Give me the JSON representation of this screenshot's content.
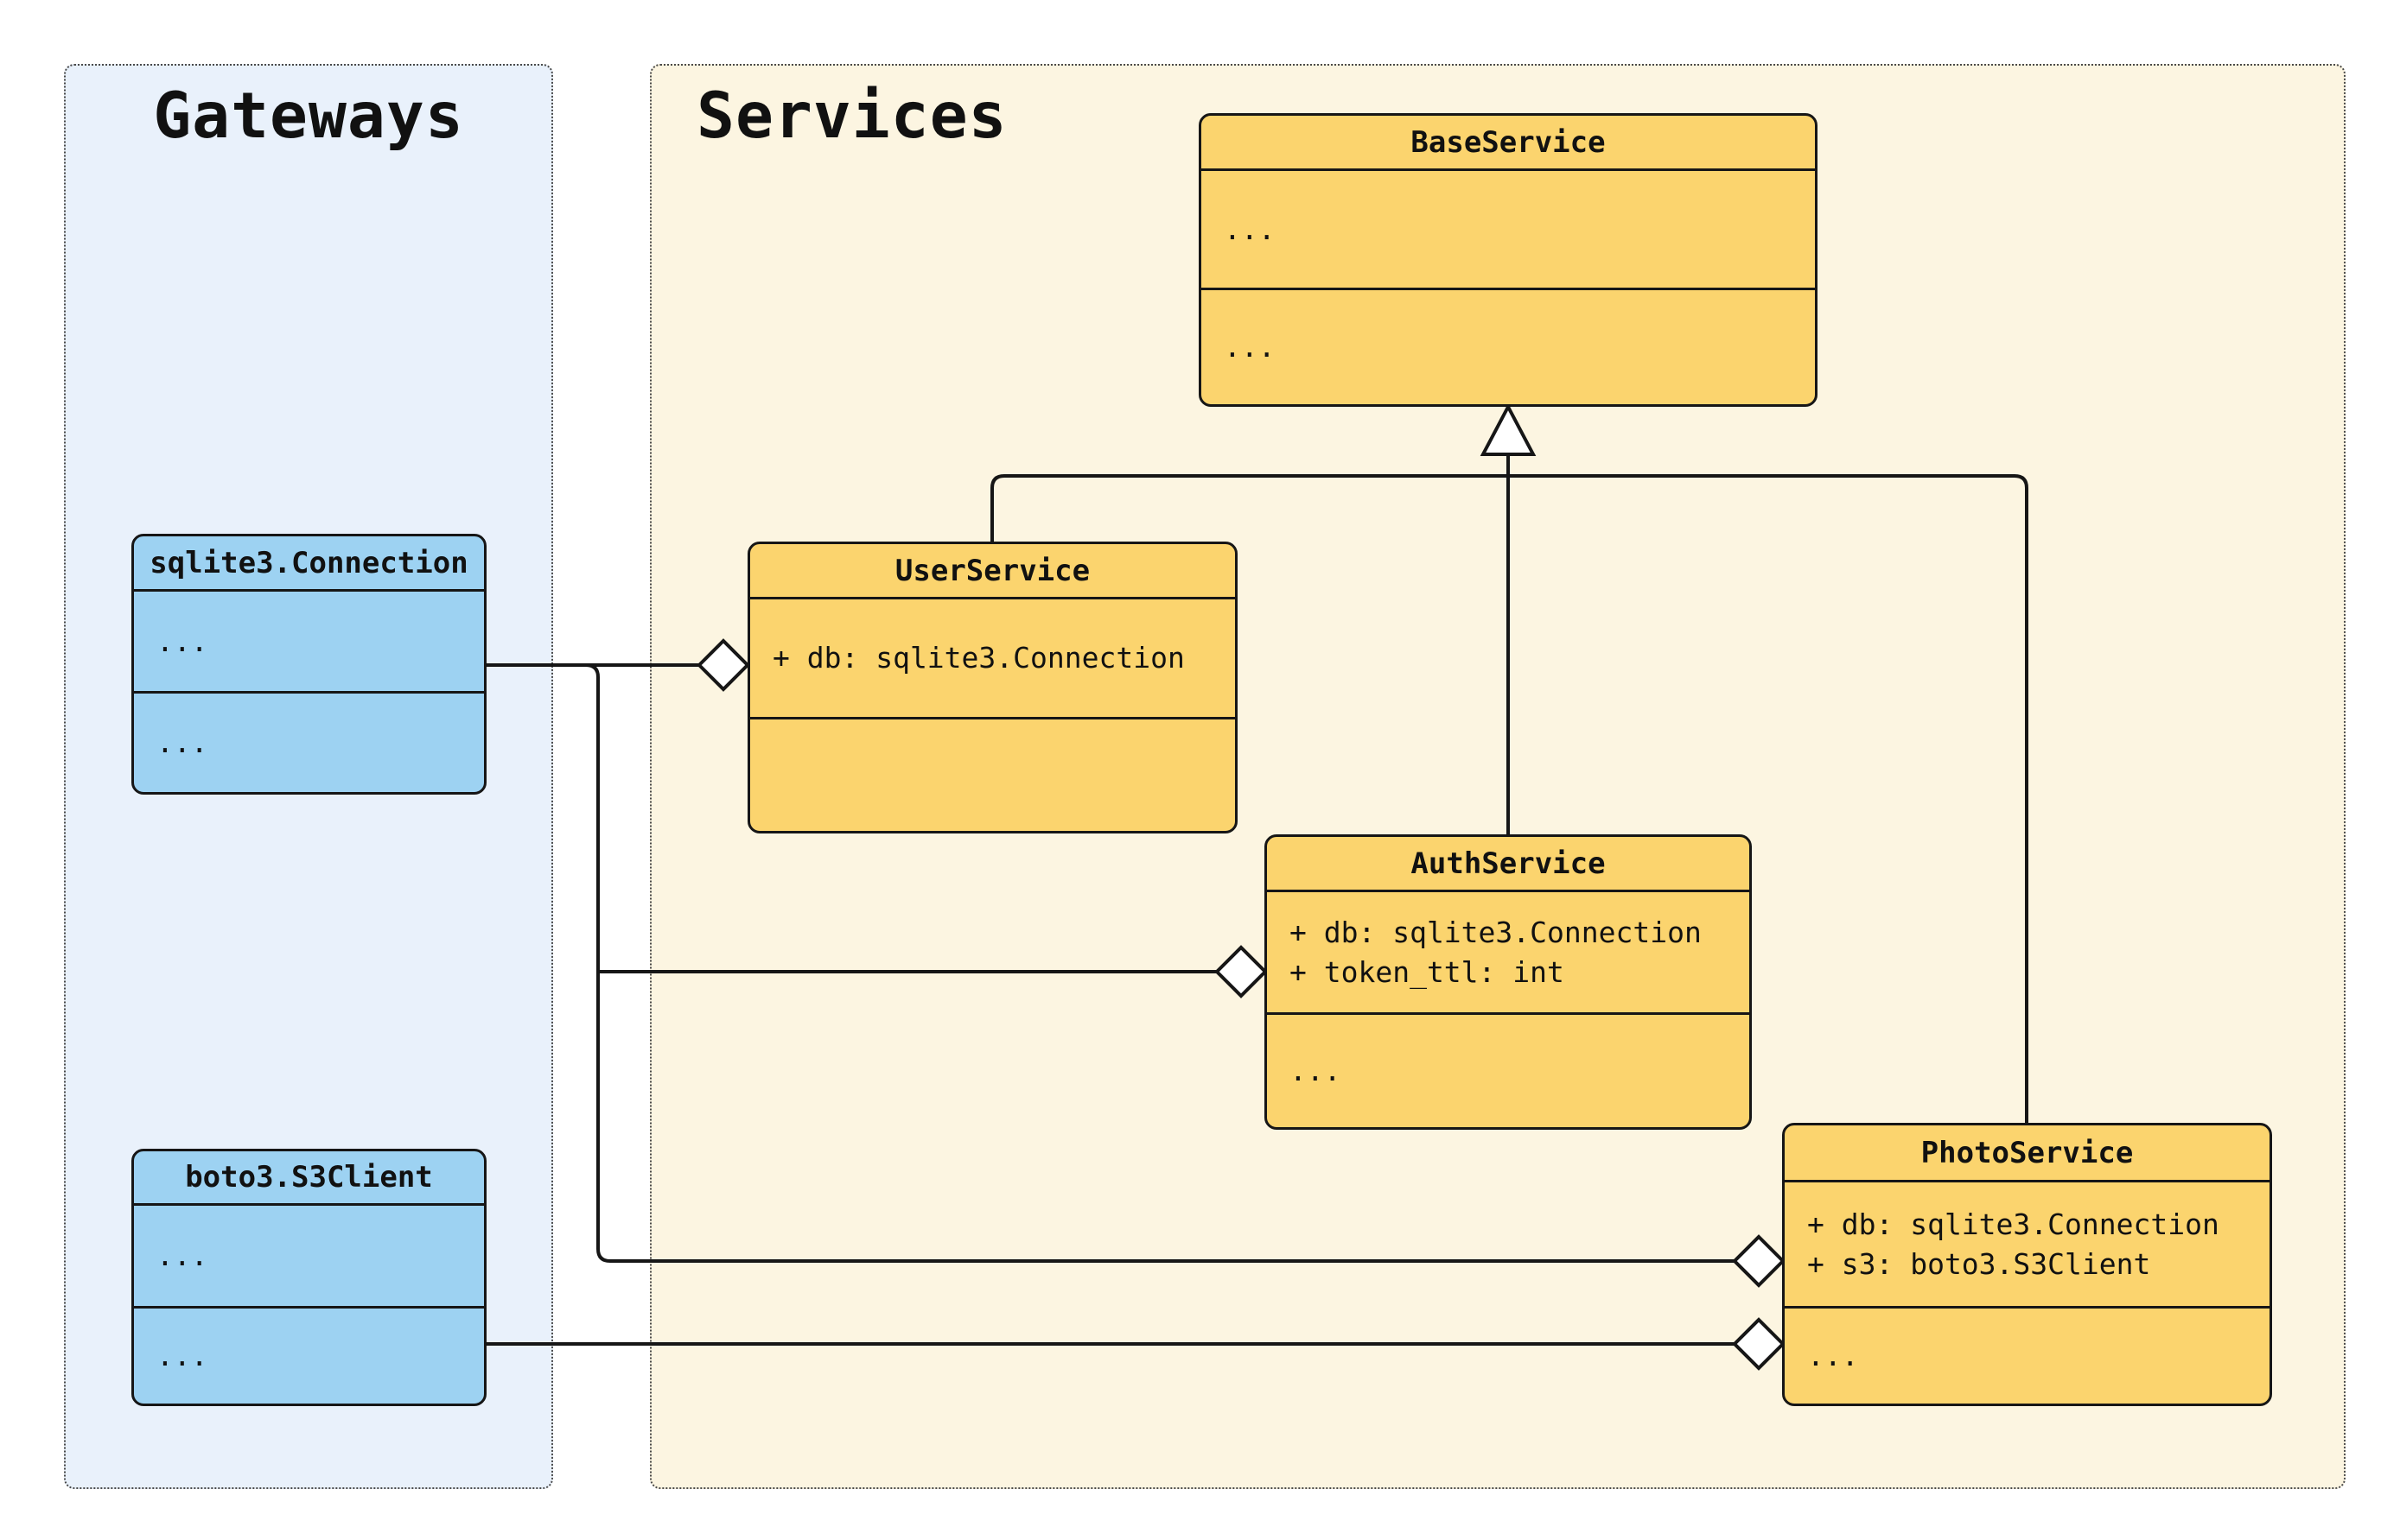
{
  "panels": {
    "gateways": {
      "title": "Gateways",
      "bg": "#e9f1fb"
    },
    "services": {
      "title": "Services",
      "bg": "#fcf5e1"
    }
  },
  "classes": {
    "sqlite": {
      "name": "sqlite3.Connection",
      "attrs": [
        "..."
      ],
      "methods": [
        "..."
      ],
      "fill": "#9dd2f2"
    },
    "boto": {
      "name": "boto3.S3Client",
      "attrs": [
        "..."
      ],
      "methods": [
        "..."
      ],
      "fill": "#9dd2f2"
    },
    "base": {
      "name": "BaseService",
      "attrs": [
        "..."
      ],
      "methods": [
        "..."
      ],
      "fill": "#fbd46e"
    },
    "user": {
      "name": "UserService",
      "attrs": [
        "+ db: sqlite3.Connection"
      ],
      "methods": [],
      "fill": "#fbd46e"
    },
    "auth": {
      "name": "AuthService",
      "attrs": [
        "+ db: sqlite3.Connection",
        "+ token_ttl: int"
      ],
      "methods": [
        "..."
      ],
      "fill": "#fbd46e"
    },
    "photo": {
      "name": "PhotoService",
      "attrs": [
        "+ db: sqlite3.Connection",
        "+ s3: boto3.S3Client"
      ],
      "methods": [
        "..."
      ],
      "fill": "#fbd46e"
    }
  },
  "relations": [
    {
      "type": "inheritance",
      "from": "UserService",
      "to": "BaseService"
    },
    {
      "type": "inheritance",
      "from": "AuthService",
      "to": "BaseService"
    },
    {
      "type": "inheritance",
      "from": "PhotoService",
      "to": "BaseService"
    },
    {
      "type": "aggregation",
      "from": "UserService",
      "to": "sqlite3.Connection"
    },
    {
      "type": "aggregation",
      "from": "AuthService",
      "to": "sqlite3.Connection"
    },
    {
      "type": "aggregation",
      "from": "PhotoService",
      "to": "sqlite3.Connection"
    },
    {
      "type": "aggregation",
      "from": "PhotoService",
      "to": "boto3.S3Client"
    }
  ],
  "colors": {
    "line": "#161616",
    "yellow": "#fbd46e",
    "blue": "#9dd2f2",
    "gateways_bg": "#e9f1fb",
    "services_bg": "#fcf5e1"
  }
}
